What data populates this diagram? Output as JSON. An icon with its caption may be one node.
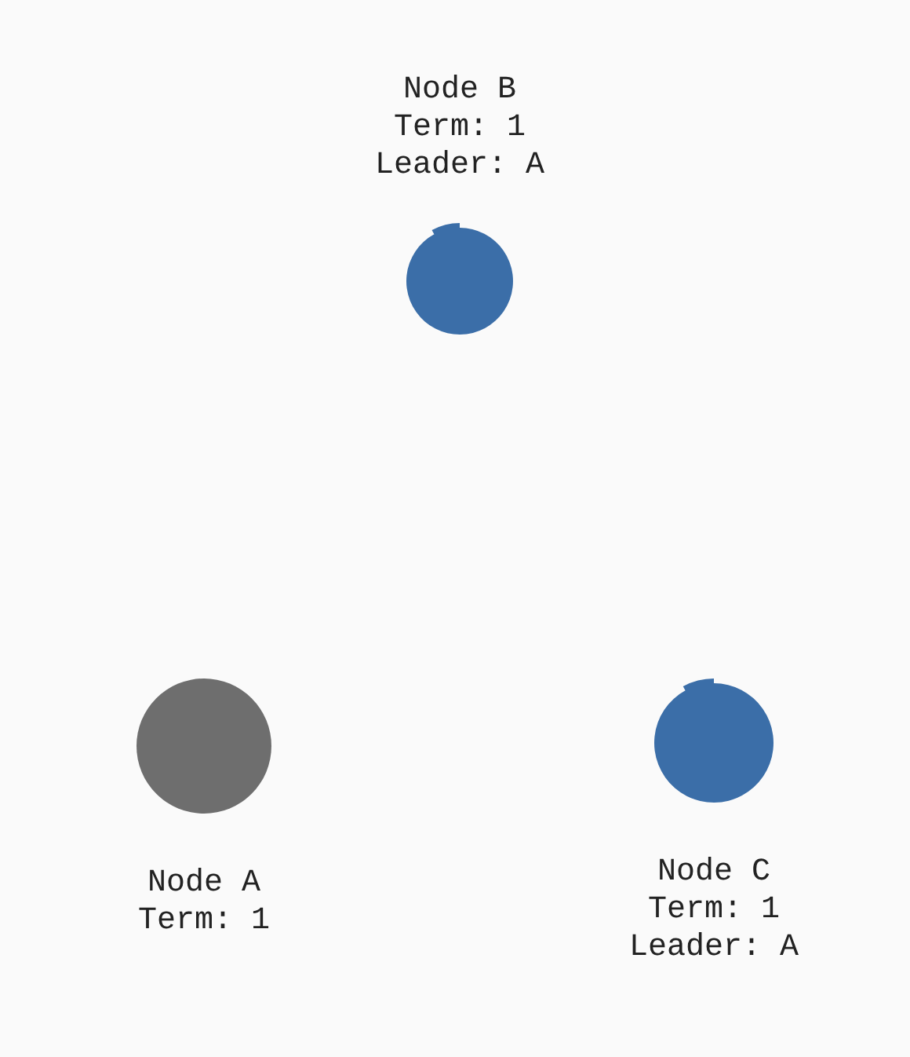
{
  "diagram": {
    "nodes": [
      {
        "text": [
          "Node B",
          "Term: 1",
          "Leader: A"
        ]
      },
      {
        "text": [
          "Node A",
          "Term: 1"
        ]
      },
      {
        "text": [
          "Node C",
          "Term: 1",
          "Leader: A"
        ]
      }
    ]
  }
}
